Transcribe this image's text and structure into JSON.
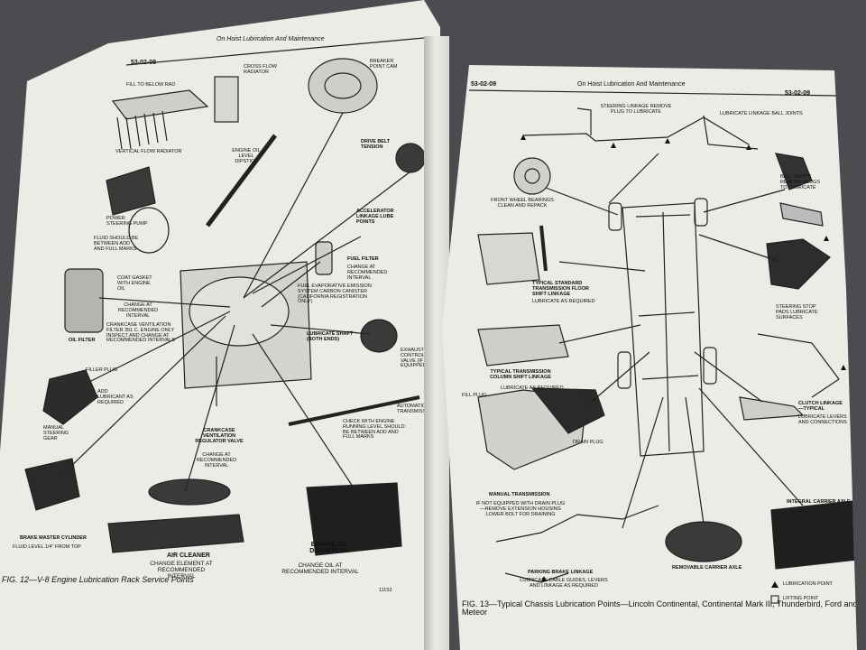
{
  "left_page": {
    "page_code": "53-02-08",
    "running_head": "On Hoist Lubrication And Maintenance",
    "figure_caption": "FIG. 12—V-8 Engine Lubrication Rack Service Points",
    "footer_code": "11153",
    "labels": {
      "radiator_top": "FILL TO BELOW RAD",
      "vertical_flow_radiator": "VERTICAL FLOW RADIATOR",
      "cross_flow_radiator": "CROSS FLOW RADIATOR",
      "engine_oil_dipstick": "ENGINE OIL LEVEL DIPSTICK",
      "breaker_point_cam": "BREAKER POINT CAM",
      "drive_belt_tension": "DRIVE BELT TENSION",
      "power_steering_pump": "POWER STEERING PUMP",
      "fluid_note": "FLUID SHOULD BE BETWEEN ADD AND FULL MARKS",
      "coat_gasket": "COAT GASKET WITH ENGINE OIL",
      "change_interval_1": "CHANGE AT RECOMMENDED INTERVAL",
      "oil_filter": "OIL FILTER",
      "crankcase_filter_note": "CRANKCASE VENTILATION FILTER 351 C. ENGINE ONLY INSPECT AND CHANGE AT RECOMMENDED INTERVALS",
      "accelerator_linkage": "ACCELERATOR LINKAGE LUBE POINTS",
      "fuel_filter": "FUEL FILTER",
      "fuel_filter_note": "CHANGE AT RECOMMENDED INTERVAL",
      "evap_system": "FUEL EVAPORATIVE EMISSION SYSTEM CARBON CANISTER (CALIFORNIA REGISTRATION ONLY)",
      "filler_plug": "FILLER PLUG",
      "add_lubricant": "ADD LUBRICANT AS REQUIRED",
      "manual_steering_gear": "MANUAL STEERING GEAR",
      "lubricate_shaft": "LUBRICATE SHAFT (BOTH ENDS)",
      "exhaust_control_valve": "EXHAUST CONTROL VALVE (IF SO EQUIPPED)",
      "automatic_transmission": "AUTOMATIC TRANSMISSION",
      "trans_check_note": "CHECK WITH ENGINE RUNNING LEVEL SHOULD BE BETWEEN ADD AND FULL MARKS",
      "crankcase_valve": "CRANKCASE VENTILATION REGULATOR VALVE",
      "crankcase_valve_note": "CHANGE AT RECOMMENDED INTERVAL",
      "brake_master_cylinder": "BRAKE MASTER CYLINDER",
      "brake_note": "FLUID LEVEL 1/4\" FROM TOP",
      "air_cleaner": "AIR CLEANER",
      "air_cleaner_note": "CHANGE ELEMENT AT RECOMMENDED INTERVAL",
      "engine_oil_drain_plug": "ENGINE OIL DRAIN PLUG",
      "drain_plug_note": "CHANGE OIL AT RECOMMENDED INTERVAL"
    }
  },
  "right_page": {
    "page_code_left": "53-02-09",
    "page_code_right": "53-02-09",
    "running_head": "On Hoist Lubrication And Maintenance",
    "figure_caption": "FIG. 13—Typical Chassis Lubrication Points—Lincoln Continental, Continental Mark III, Thunderbird, Ford and Meteor",
    "labels": {
      "steering_linkage": "STEERING LINKAGE REMOVE PLUG TO LUBRICATE",
      "lubricate_ball_joints": "LUBRICATE LINKAGE BALL JOINTS",
      "front_wheel_bearings": "FRONT WHEEL BEARINGS CLEAN AND REPACK",
      "ball_joints": "BALL JOINTS REMOVE PLUGS TO LUBRICATE",
      "floor_shift_linkage": "TYPICAL STANDARD TRANSMISSION FLOOR SHIFT LINKAGE",
      "floor_shift_note": "LUBRICATE AS REQUIRED",
      "steering_stop_pads": "STEERING STOP PADS LUBRICATE SURFACES",
      "column_shift_linkage": "TYPICAL TRANSMISSION COLUMN SHIFT LINKAGE",
      "column_shift_note": "LUBRICATE AS REQUIRED",
      "clutch_linkage": "CLUTCH LINKAGE —TYPICAL",
      "clutch_note": "LUBRICATE LEVERS AND CONNECTIONS",
      "fill_plug": "FILL PLUG",
      "drain_plug": "DRAIN PLUG",
      "manual_transmission": "MANUAL TRANSMISSION",
      "manual_trans_note": "IF NOT EQUIPPED WITH DRAIN PLUG—REMOVE EXTENSION HOUSING LOWER BOLT FOR DRAINING",
      "integral_carrier_axle": "INTEGRAL CARRIER AXLE",
      "parking_brake_linkage": "PARKING BRAKE LINKAGE",
      "parking_brake_note": "LUBRICATE CABLE GUIDES, LEVERS AND LINKAGE AS REQUIRED",
      "removable_carrier_axle": "REMOVABLE CARRIER AXLE"
    },
    "legend": [
      {
        "symbol": "triangle",
        "label": "LUBRICATION POINT"
      },
      {
        "symbol": "square",
        "label": "LIFTING POINT"
      }
    ]
  }
}
